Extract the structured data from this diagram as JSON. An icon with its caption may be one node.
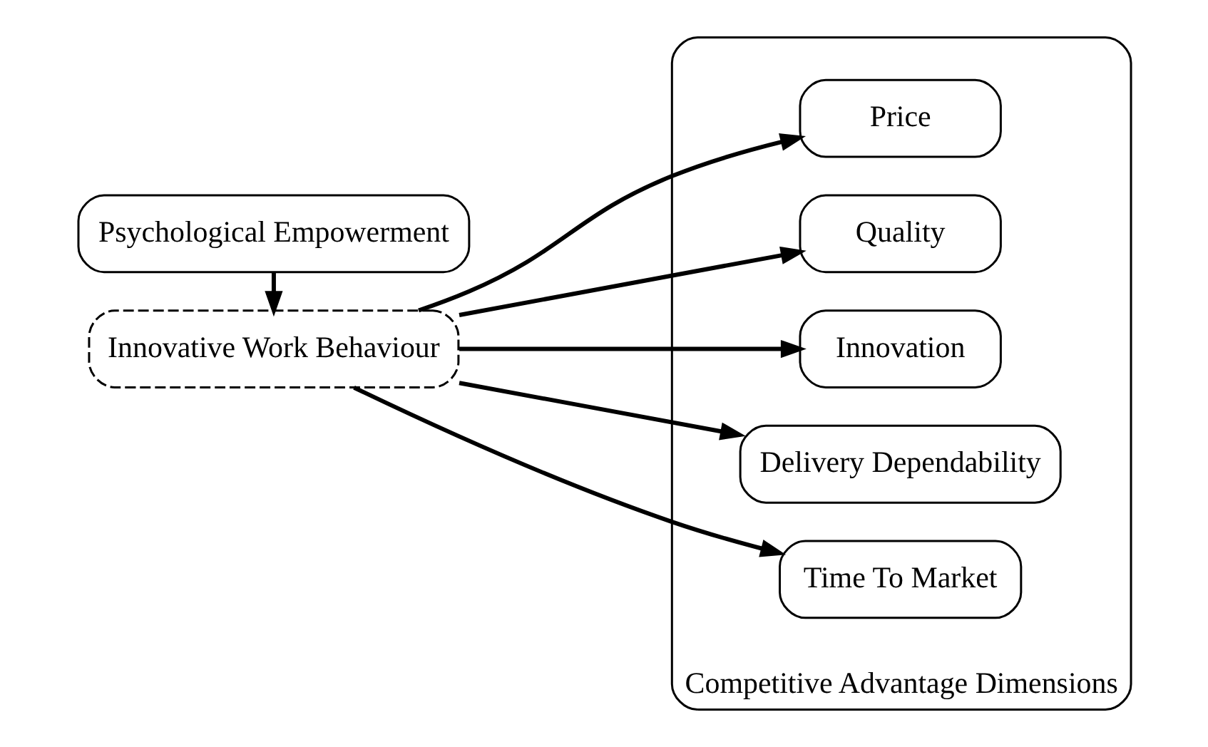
{
  "diagram": {
    "nodes": [
      {
        "text": [
          "Competitive Advantage Dimensions"
        ]
      },
      {
        "text": [
          "Price"
        ],
        "in": 0
      },
      {
        "text": [
          "Quality"
        ],
        "in": 0
      },
      {
        "text": [
          "Innovation"
        ],
        "in": 0
      },
      {
        "text": [
          "Delivery Dependability"
        ],
        "in": 0
      },
      {
        "text": [
          "Time To Market"
        ],
        "in": 0
      },
      {
        "text": [
          "Innovative Work Behaviour"
        ]
      },
      {
        "text": [
          "Psychological Empowerment"
        ]
      }
    ],
    "edges": [
      {
        "from": 7,
        "to": 6,
        "arrow": "to"
      },
      {
        "from": 6,
        "to": 1,
        "arrow": "to"
      },
      {
        "from": 6,
        "to": 2,
        "arrow": "to"
      },
      {
        "from": 6,
        "to": 3,
        "arrow": "to"
      },
      {
        "from": 6,
        "to": 4,
        "arrow": "to"
      },
      {
        "from": 6,
        "to": 5,
        "arrow": "to"
      }
    ]
  }
}
